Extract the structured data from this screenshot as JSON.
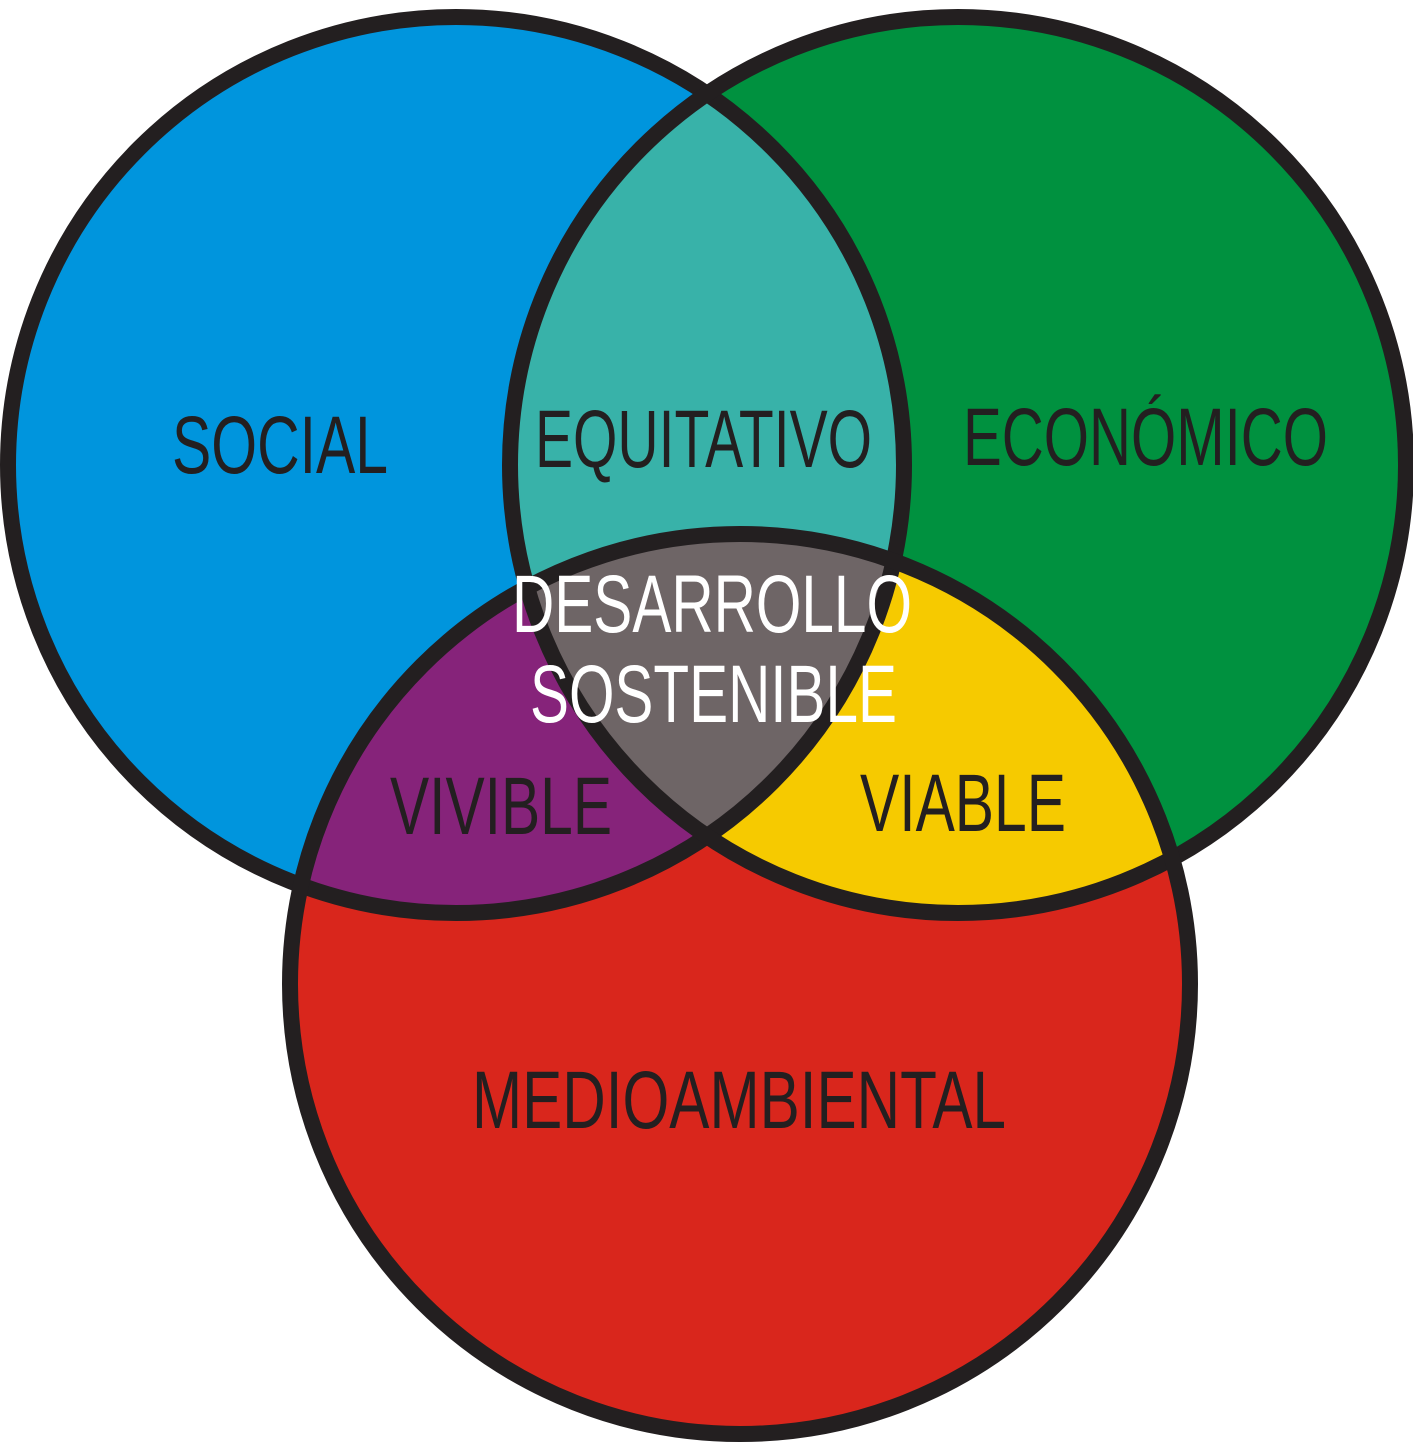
{
  "diagram": {
    "type": "venn",
    "sets": [
      {
        "id": "social",
        "label": "SOCIAL",
        "color": "#0095dd"
      },
      {
        "id": "economico",
        "label": "ECONÓMICO",
        "color": "#00913f"
      },
      {
        "id": "medioambiental",
        "label": "MEDIOAMBIENTAL",
        "color": "#d9261c"
      }
    ],
    "intersections": [
      {
        "sets": [
          "social",
          "economico"
        ],
        "label": "EQUITATIVO",
        "color": "#38b2a9"
      },
      {
        "sets": [
          "social",
          "medioambiental"
        ],
        "label": "VIVIBLE",
        "color": "#86237a"
      },
      {
        "sets": [
          "economico",
          "medioambiental"
        ],
        "label": "VIABLE",
        "color": "#f6ca00"
      },
      {
        "sets": [
          "social",
          "economico",
          "medioambiental"
        ],
        "label_line1": "DESARROLLO",
        "label_line2": "SOSTENIBLE",
        "color": "#6e6566"
      }
    ],
    "outline_color": "#231f20"
  }
}
